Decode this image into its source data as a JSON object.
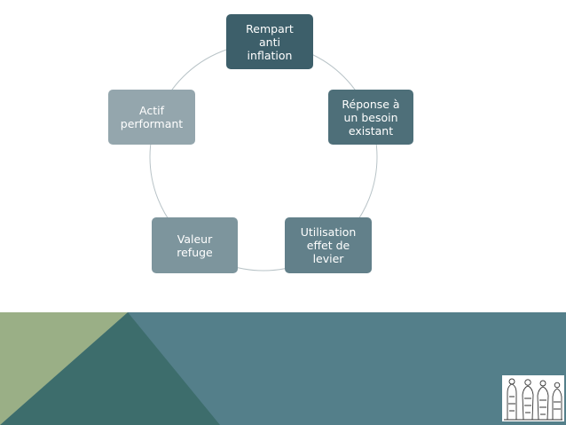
{
  "cycle": {
    "nodes": [
      {
        "label": "Rempart\nanti\ninflation",
        "color": "#3d5f6a"
      },
      {
        "label": "Réponse à\nun besoin\nexistant",
        "color": "#4e6f79"
      },
      {
        "label": "Utilisation\neffet de\nlevier",
        "color": "#62808a"
      },
      {
        "label": "Valeur\nrefuge",
        "color": "#7d959d"
      },
      {
        "label": "Actif\nperformant",
        "color": "#94a6ad"
      }
    ],
    "ring_color": "#b8c3c7"
  },
  "footer": {
    "band_color": "#547f8a",
    "light_triangle_color": "#9aaf86",
    "dark_triangle_color": "#3d6d6c"
  },
  "logo": {
    "icon": "statues-engraving-logo"
  }
}
